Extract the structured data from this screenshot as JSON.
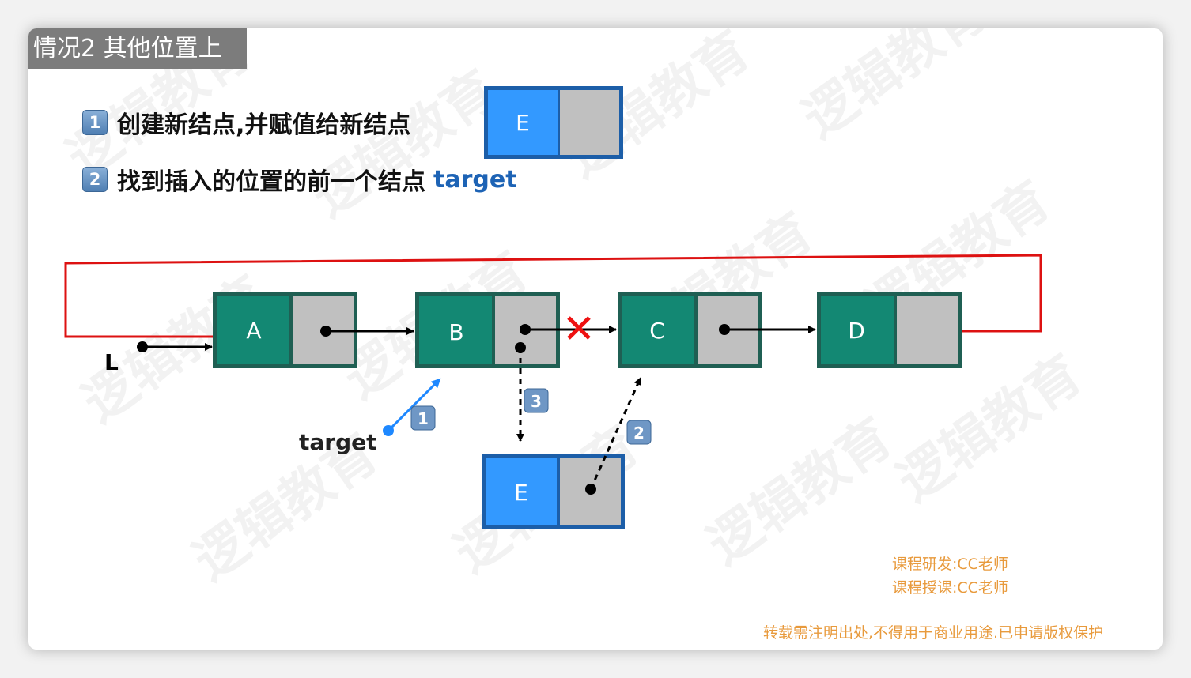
{
  "title": "情况2 其他位置上",
  "steps": [
    {
      "badge": "1",
      "text": "创建新结点,并赋值给新结点"
    },
    {
      "badge": "2",
      "text": "找到插入的位置的前一个结点",
      "highlight": "target"
    }
  ],
  "legend_node": {
    "label": "E"
  },
  "list": {
    "head_label": "L",
    "nodes": [
      {
        "label": "A"
      },
      {
        "label": "B"
      },
      {
        "label": "C"
      },
      {
        "label": "D"
      }
    ]
  },
  "new_node": {
    "label": "E"
  },
  "pointer_label": "target",
  "action_badges": {
    "target_arrow": "1",
    "e_to_c": "2",
    "b_to_e": "3"
  },
  "credits": {
    "line1": "课程研发:CC老师",
    "line2": "课程授课:CC老师",
    "notice": "转载需注明出处,不得用于商业用途.已申请版权保护"
  },
  "watermark": "逻辑教育",
  "colors": {
    "node_data": "#138873",
    "node_border": "#1f5f53",
    "node_pointer": "#c0c0c0",
    "new_node_data": "#3399ff",
    "new_node_border": "#1c5ea8",
    "circular_link": "#dd1111",
    "target_arrow": "#1e88ff",
    "cross": "#ee1111",
    "credit_text": "#e89a3c"
  },
  "icons": {
    "cross": "x-mark-icon",
    "badge": "number-badge-icon"
  }
}
